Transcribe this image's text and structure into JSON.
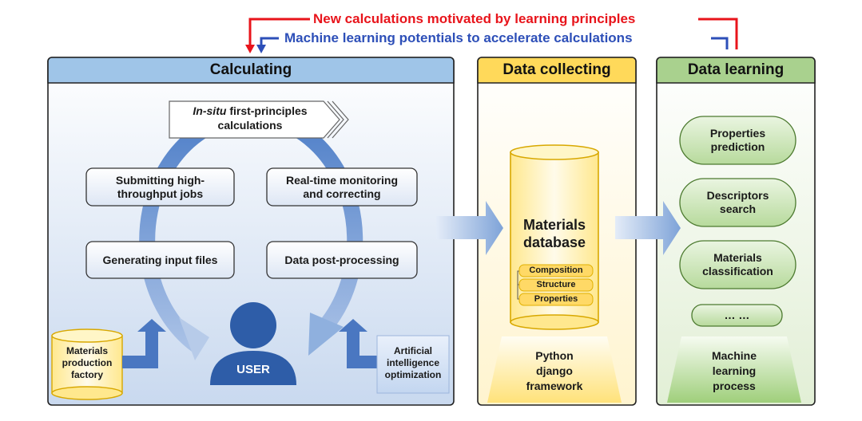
{
  "feedback": {
    "red_label": "New calculations motivated by learning principles",
    "blue_label": "Machine learning potentials to accelerate calculations",
    "red_color": "#e8141b",
    "blue_color": "#2d4fb8"
  },
  "panels": {
    "calculating": {
      "title": "Calculating",
      "header_color": "#9fc5e8",
      "in_situ_italic": "In-situ",
      "in_situ_rest": "first-principles",
      "in_situ_line2": "calculations",
      "steps": [
        {
          "line1": "Submitting high-",
          "line2": "throughput jobs"
        },
        {
          "line1": "Real-time monitoring",
          "line2": "and correcting"
        },
        {
          "line1": "Generating input files",
          "line2": ""
        },
        {
          "line1": "Data post-processing",
          "line2": ""
        }
      ],
      "user_label": "USER",
      "factory": {
        "line1": "Materials",
        "line2": "production",
        "line3": "factory"
      },
      "ai": {
        "line1": "Artificial",
        "line2": "intelligence",
        "line3": "optimization"
      }
    },
    "collecting": {
      "title": "Data collecting",
      "header_color": "#ffd95a",
      "db_line1": "Materials",
      "db_line2": "database",
      "tags": [
        "Composition",
        "Structure",
        "Properties"
      ],
      "framework": {
        "line1": "Python",
        "line2": "django",
        "line3": "framework"
      }
    },
    "learning": {
      "title": "Data learning",
      "header_color": "#a9d18e",
      "items": [
        {
          "line1": "Properties",
          "line2": "prediction"
        },
        {
          "line1": "Descriptors",
          "line2": "search"
        },
        {
          "line1": "Materials",
          "line2": "classification"
        },
        {
          "line1": "… …",
          "line2": ""
        }
      ],
      "process": {
        "line1": "Machine",
        "line2": "learning",
        "line3": "process"
      }
    }
  }
}
